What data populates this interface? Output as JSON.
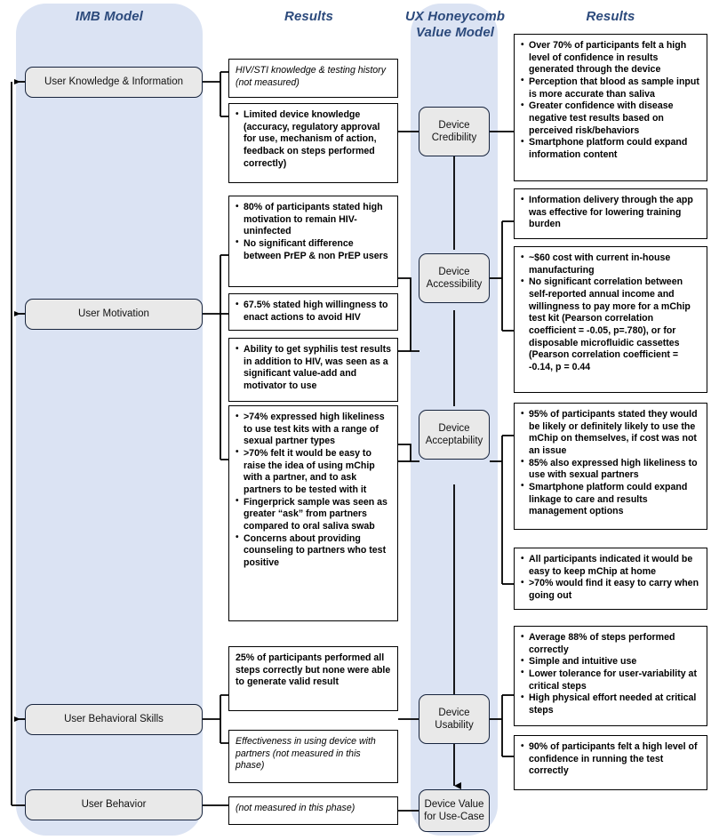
{
  "headings": {
    "imb": "IMB Model",
    "results_left": "Results",
    "ux": "UX Honeycomb\nValue Model",
    "results_right": "Results"
  },
  "colors": {
    "panel_blue": "#dbe3f3",
    "heading_text": "#2c4a7c",
    "node_fill": "#e9e9e9",
    "node_border": "#17243d",
    "box_border": "#000000",
    "page_bg": "#ffffff"
  },
  "imb_nodes": [
    {
      "id": "user-knowledge-information",
      "label": "User Knowledge & Information"
    },
    {
      "id": "user-motivation",
      "label": "User Motivation"
    },
    {
      "id": "user-behavioral-skills",
      "label": "User Behavioral Skills"
    },
    {
      "id": "user-behavior",
      "label": "User Behavior"
    }
  ],
  "ux_nodes": [
    {
      "id": "device-credibility",
      "label": "Device\nCredibility"
    },
    {
      "id": "device-accessibility",
      "label": "Device\nAccessibility"
    },
    {
      "id": "device-acceptability",
      "label": "Device\nAcceptability"
    },
    {
      "id": "device-usability",
      "label": "Device\nUsability"
    },
    {
      "id": "device-value-for-use-case",
      "label": "Device Value\nfor Use-Case"
    }
  ],
  "left_results": [
    {
      "id": "lr-knowledge-not-measured",
      "style": "plain",
      "text": "HIV/STI knowledge & testing history (not measured)"
    },
    {
      "id": "lr-limited-device-knowledge",
      "style": "bullets",
      "bullets": [
        "Limited device knowledge (accuracy, regulatory approval for use, mechanism of action, feedback on steps performed correctly)"
      ]
    },
    {
      "id": "lr-motivation-remain-uninfected",
      "style": "bullets",
      "bullets": [
        "80% of participants stated high motivation to remain HIV-uninfected",
        "No significant difference between PrEP & non PrEP users"
      ]
    },
    {
      "id": "lr-willingness-enact-actions",
      "style": "bullets",
      "bullets": [
        "67.5% stated high willingness to enact actions to avoid HIV"
      ]
    },
    {
      "id": "lr-syphilis-value-add",
      "style": "bullets",
      "bullets": [
        "Ability to get syphilis test results in addition to HIV, was seen as a significant value-add and motivator to use"
      ]
    },
    {
      "id": "lr-partner-use-likeliness",
      "style": "bullets",
      "bullets": [
        ">74% expressed high likeliness to use test kits with a range of sexual partner types",
        ">70% felt it would be easy to raise the idea of using mChip with a partner, and to ask partners to be tested with it",
        "Fingerprick sample was seen as greater “ask” from partners compared to oral saliva swab",
        "Concerns about providing counseling to partners who test positive"
      ]
    },
    {
      "id": "lr-steps-performed-valid-result",
      "style": "bold",
      "text": "25% of participants performed all steps correctly but none were able to generate valid result"
    },
    {
      "id": "lr-effectiveness-with-partners",
      "style": "plain",
      "text": "Effectiveness in using device with partners (not measured in this phase)"
    },
    {
      "id": "lr-behavior-not-measured",
      "style": "plain",
      "text": "(not measured in this phase)"
    }
  ],
  "right_results": [
    {
      "id": "rr-credibility-confidence",
      "style": "bullets",
      "bullets": [
        "Over 70% of participants felt a high level of confidence in results generated through the device",
        "Perception that blood as sample input is more accurate than saliva",
        "Greater confidence with disease negative test results based on perceived risk/behaviors",
        "Smartphone platform could expand information content"
      ]
    },
    {
      "id": "rr-information-delivery-app",
      "style": "bullets",
      "bullets": [
        "Information delivery through the app was effective for lowering training burden"
      ]
    },
    {
      "id": "rr-cost-and-correlation",
      "style": "bullets",
      "bullets": [
        "~$60 cost with current in-house manufacturing",
        "No significant correlation between self-reported annual income and willingness to pay more for a mChip test kit (Pearson correlation coefficient = -0.05, p=.780), or for disposable microfluidic cassettes (Pearson correlation coefficient = -0.14, p = 0.44"
      ]
    },
    {
      "id": "rr-acceptability-likeliness",
      "style": "bullets",
      "bullets": [
        "95% of participants stated they would be likely or definitely likely to use the mChip on themselves, if cost was not an issue",
        "85% also expressed high likeliness to use with sexual partners",
        "Smartphone platform could expand linkage to care and results management options"
      ]
    },
    {
      "id": "rr-keep-and-carry",
      "style": "bullets",
      "bullets": [
        "All participants indicated it would be easy to keep mChip at home",
        ">70% would find it easy to carry when going out"
      ]
    },
    {
      "id": "rr-usability-steps",
      "style": "bullets",
      "bullets": [
        "Average 88% of steps performed correctly",
        "Simple and intuitive use",
        "Lower tolerance for user-variability at critical steps",
        "High physical effort needed at critical steps"
      ]
    },
    {
      "id": "rr-confidence-running-test",
      "style": "bullets",
      "bullets": [
        "90% of participants felt a high level of confidence in running the test correctly"
      ]
    }
  ]
}
